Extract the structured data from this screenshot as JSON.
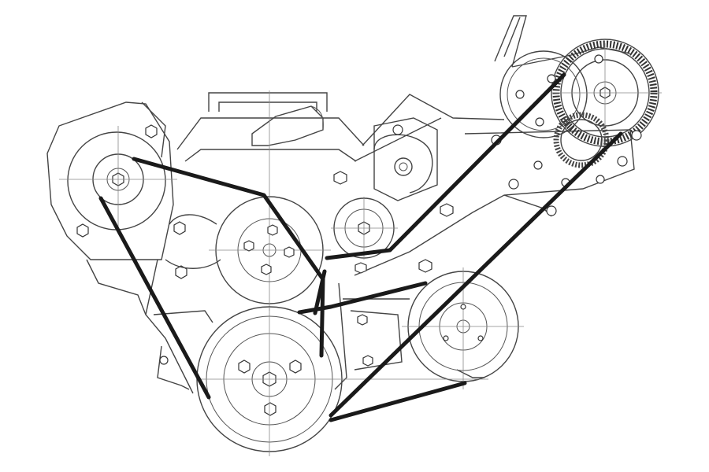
{
  "figure": {
    "kind": "serpentine-belt-drive-line-drawing",
    "components": [
      {
        "id": "engine-block",
        "icon": "engine-block-outline"
      },
      {
        "id": "supercharger",
        "icon": "supercharger-pulley"
      },
      {
        "id": "power-steering-pulley",
        "icon": "pulley"
      },
      {
        "id": "water-pump-pulley",
        "icon": "pulley"
      },
      {
        "id": "idler-pulley",
        "icon": "pulley"
      },
      {
        "id": "crankshaft-pulley",
        "icon": "pulley"
      },
      {
        "id": "alternator-pulley",
        "icon": "pulley"
      },
      {
        "id": "accessory-bracket",
        "icon": "bracket"
      }
    ],
    "belts": [
      {
        "id": "left-belt",
        "color": "#1a1a1a"
      },
      {
        "id": "supercharger-belt",
        "color": "#1a1a1a"
      }
    ],
    "line_color": "#444444",
    "background": "#ffffff"
  }
}
